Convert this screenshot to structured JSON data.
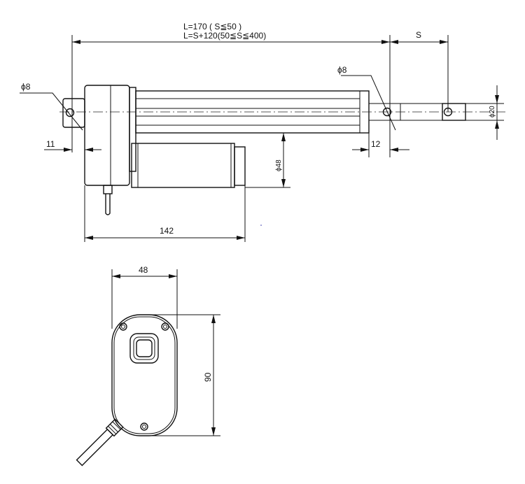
{
  "side_view": {
    "length_label_1": "L=170 ( S≦50 )",
    "length_label_2": "L=S+120(50≦S≦400)",
    "stroke_label": "S",
    "rear_hole_label": "ϕ8",
    "front_hole_label": "ϕ8",
    "rod_diameter_label": "ϕ20",
    "motor_diameter_label": "ϕ48",
    "rear_offset_label": "11",
    "front_offset_label": "12",
    "motor_length_label": "142"
  },
  "end_view": {
    "width_label": "48",
    "height_label": "90"
  }
}
